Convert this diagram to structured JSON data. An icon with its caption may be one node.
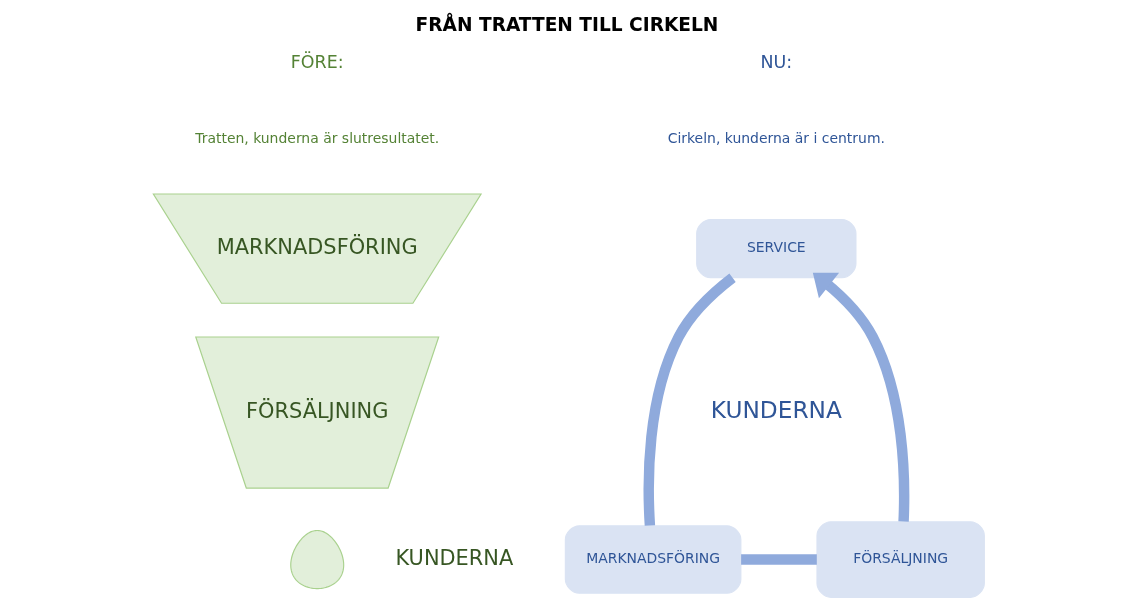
{
  "diagram": {
    "title": "FRÅN TRATTEN TILL CIRKELN",
    "nodes": [
      {
        "text": [
          "MARKNADSFÖRING"
        ]
      },
      {
        "text": [
          "FÖRSÄLJNING"
        ]
      },
      {
        "text": [],
        "shape": "drop",
        "beside": [
          "KUNDERNA"
        ]
      },
      {
        "text": [
          "SERVICE"
        ]
      },
      {
        "text": [
          "MARKNADSFÖRING"
        ]
      },
      {
        "text": [
          "FÖRSÄLJNING"
        ]
      }
    ],
    "edges": [
      {
        "from": 3,
        "to": 4,
        "arrow": "none"
      },
      {
        "from": 4,
        "to": 5,
        "arrow": "none"
      },
      {
        "from": 5,
        "to": 3,
        "arrow": "to"
      }
    ],
    "labels": [
      "FÖRE:",
      "Tratten, kunderna är slutresultatet.",
      "NU:",
      "Cirkeln, kunderna är i centrum.",
      "KUNDERNA"
    ]
  }
}
